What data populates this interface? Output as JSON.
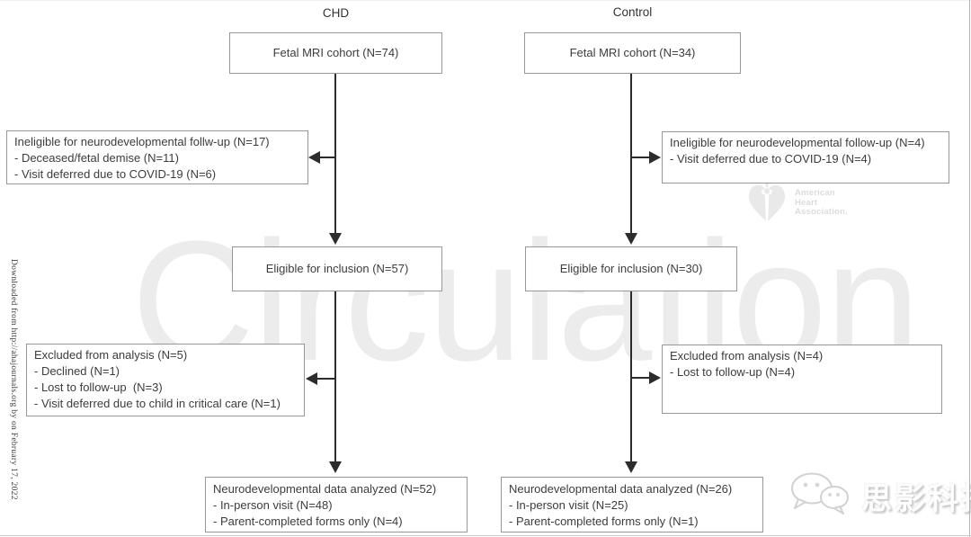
{
  "columns": {
    "chd_label": "CHD",
    "control_label": "Control"
  },
  "boxes": {
    "chd_cohort": {
      "lines": [
        "Fetal MRI cohort (N=74)"
      ]
    },
    "control_cohort": {
      "lines": [
        "Fetal MRI cohort (N=34)"
      ]
    },
    "chd_ineligible": {
      "lines": [
        "Ineligible for neurodevelopmental follw-up (N=17)",
        "- Deceased/fetal demise (N=11)",
        "- Visit deferred due to COVID-19 (N=6)"
      ]
    },
    "control_ineligible": {
      "lines": [
        "Ineligible for neurodevelopmental follow-up (N=4)",
        "- Visit deferred due to COVID-19 (N=4)"
      ]
    },
    "chd_eligible": {
      "lines": [
        "Eligible for inclusion (N=57)"
      ]
    },
    "control_eligible": {
      "lines": [
        "Eligible for inclusion (N=30)"
      ]
    },
    "chd_excluded": {
      "lines": [
        "Excluded from analysis (N=5)",
        "- Declined (N=1)",
        "- Lost to follow-up  (N=3)",
        "- Visit deferred due to child in critical care (N=1)"
      ]
    },
    "control_excluded": {
      "lines": [
        "Excluded from analysis (N=4)",
        "- Lost to follow-up (N=4)"
      ]
    },
    "chd_analyzed": {
      "lines": [
        "Neurodevelopmental data analyzed (N=52)",
        "- In-person visit (N=48)",
        "- Parent-completed forms only (N=4)"
      ]
    },
    "control_analyzed": {
      "lines": [
        "Neurodevelopmental data analyzed (N=26)",
        "- In-person visit (N=25)",
        "- Parent-completed forms only (N=1)"
      ]
    }
  },
  "watermarks": {
    "journal": "Circulation",
    "download_notice": "Downloaded from http://ahajournals.org by on February 17, 2022",
    "aha": {
      "line1": "American",
      "line2": "Heart",
      "line3": "Association."
    },
    "brand_cn": "思影科技"
  },
  "colors": {
    "box_border": "#979797",
    "box_text": "#3c3c3c",
    "arrow": "#2c2c2c",
    "watermark_gray": "#ececec"
  }
}
